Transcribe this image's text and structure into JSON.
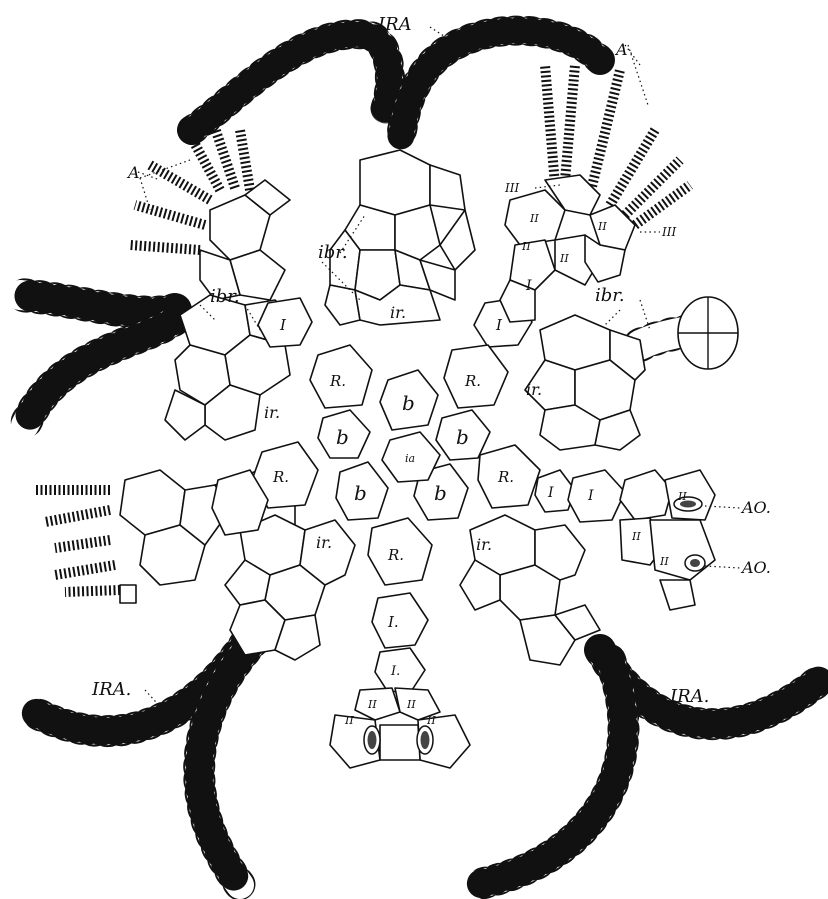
{
  "figure": {
    "callouts": {
      "ira_top": "IRA",
      "ira_left": "IRA.",
      "ira_right": "IRA.",
      "ibr_top": "ibr.",
      "ibr_left": "ibr.",
      "ibr_right": "ibr.",
      "a_right": "A",
      "a_left": "A",
      "ao_upper": "AO.",
      "ao_lower": "AO.",
      "iii_left": "III",
      "iii_right": "III"
    },
    "plates": {
      "central": "ia",
      "basal": "b",
      "radial": "R.",
      "interradial": "ir.",
      "primibrach": "I",
      "primibrach_dot": "I.",
      "secundibrach": "II"
    }
  }
}
